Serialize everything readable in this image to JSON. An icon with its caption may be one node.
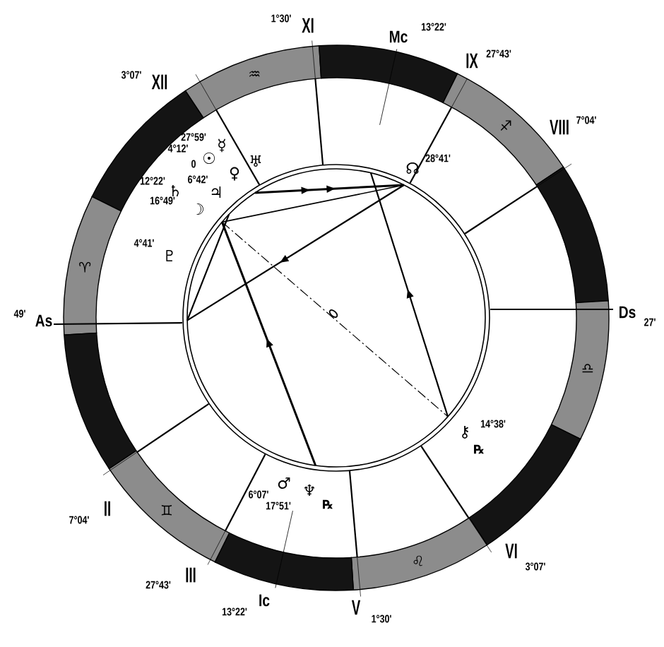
{
  "diagram": {
    "nodes": [
      {
        "text": [
          "♒"
        ]
      },
      {
        "text": [],
        "shape": "band"
      },
      {
        "text": [
          "♐"
        ]
      },
      {
        "text": [],
        "shape": "band"
      },
      {
        "text": [],
        "shape": "band"
      },
      {
        "text": [
          "♈"
        ]
      },
      {
        "text": [
          "♎"
        ]
      },
      {
        "text": [],
        "shape": "band"
      },
      {
        "text": [],
        "shape": "band"
      },
      {
        "text": [
          "♊"
        ]
      },
      {
        "text": [
          "♌"
        ]
      },
      {
        "text": [],
        "shape": "band"
      }
    ],
    "labels": [
      "1°30'",
      "XI",
      "Mc",
      "13°22'",
      "IX",
      "27°43'",
      "3°07'",
      "XII",
      "VIII",
      "7°04'",
      "27°59'",
      "☿",
      "4°12'",
      "0",
      "☉",
      "♅",
      "♀",
      "☊",
      "28°41'",
      "12°22'",
      "♄",
      "6°42'",
      "♃",
      "16°49'",
      "☽",
      "4°41'",
      "♇",
      "49'",
      "As",
      "Ds",
      "27'",
      "⚷",
      "14°38'",
      "℞",
      "6°07'",
      "♂",
      "♆",
      "17°51'",
      "℞",
      "II",
      "7°04'",
      "VI",
      "3°07'",
      "III",
      "27°43'",
      "Ic",
      "13°22'",
      "V",
      "1°30'"
    ]
  }
}
